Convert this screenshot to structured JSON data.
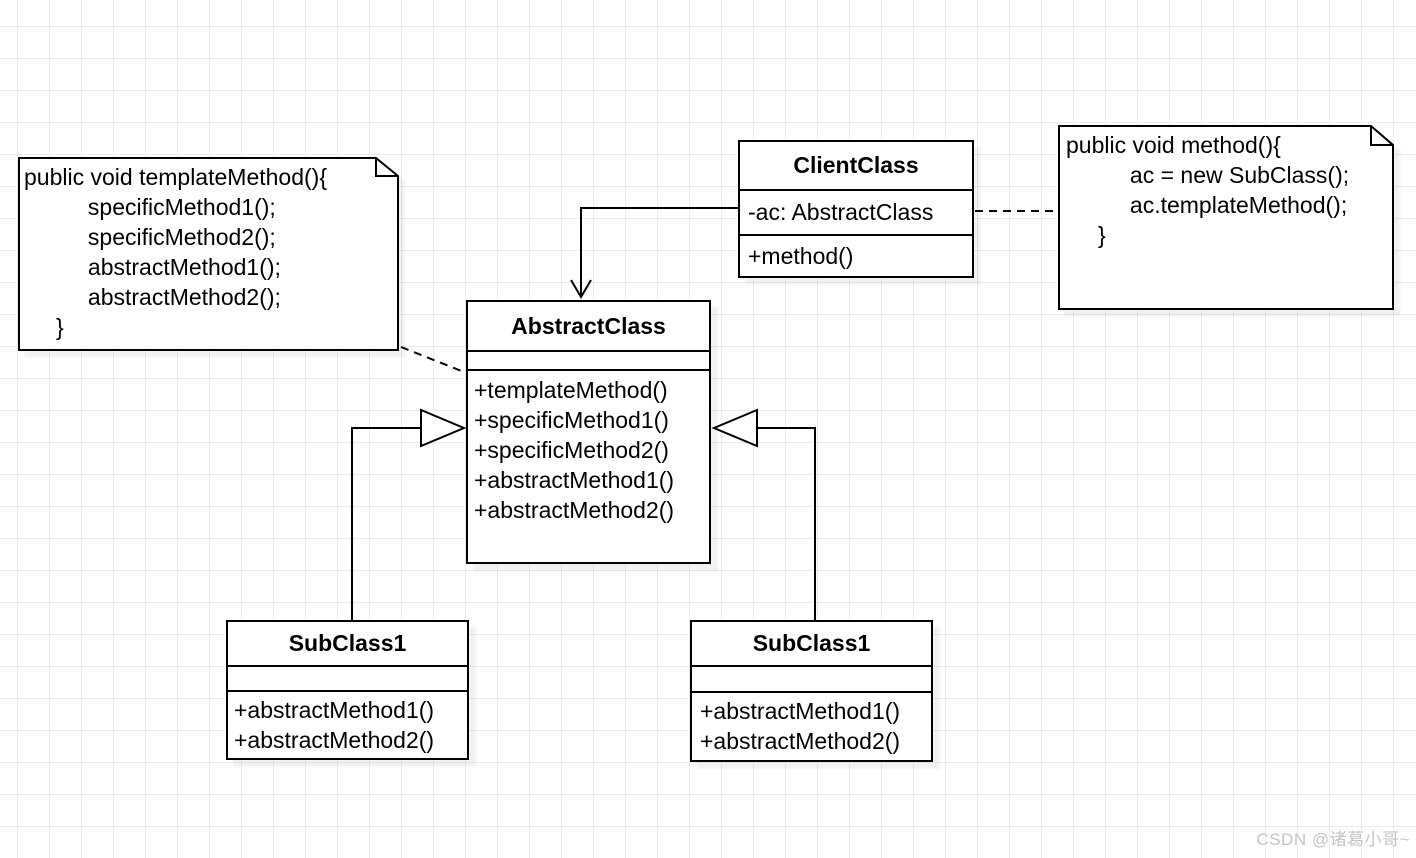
{
  "diagram": {
    "notes": {
      "left": {
        "lines": [
          "public void templateMethod(){",
          "          specificMethod1();",
          "          specificMethod2();",
          "          abstractMethod1();",
          "          abstractMethod2();",
          "     }"
        ]
      },
      "right": {
        "lines": [
          "public void method(){",
          "          ac = new SubClass();",
          "          ac.templateMethod();",
          "     }"
        ]
      }
    },
    "classes": {
      "client": {
        "name": "ClientClass",
        "attribute": "-ac: AbstractClass",
        "method": "+method()"
      },
      "abstract": {
        "name": "AbstractClass",
        "methods": [
          "+templateMethod()",
          "+specificMethod1()",
          "+specificMethod2()",
          "+abstractMethod1()",
          "+abstractMethod2()"
        ]
      },
      "subclassLeft": {
        "name": "SubClass1",
        "methods": [
          "+abstractMethod1()",
          "+abstractMethod2()"
        ]
      },
      "subclassRight": {
        "name": "SubClass1",
        "methods": [
          "+abstractMethod1()",
          "+abstractMethod2()"
        ]
      }
    },
    "watermark": "CSDN @诸葛小哥~",
    "colors": {
      "stroke": "#000000",
      "grid": "#ececec",
      "background": "#ffffff",
      "watermark": "#c4c4c4"
    }
  }
}
